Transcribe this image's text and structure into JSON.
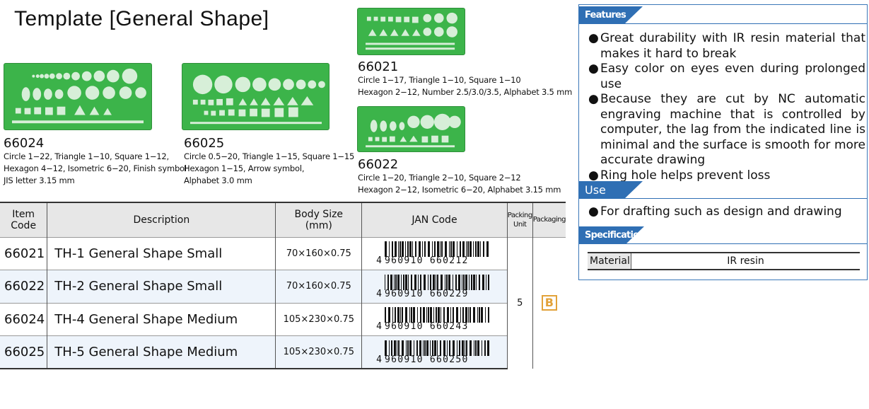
{
  "page": {
    "title": "Template [General Shape]"
  },
  "products": [
    {
      "code": "66024",
      "specs": [
        "Circle 1−22, Triangle 1−10, Square 1−12,",
        "Hexagon 4−12, Isometric 6−20, Finish symbol",
        "JIS letter 3.15 mm"
      ]
    },
    {
      "code": "66025",
      "specs": [
        "Circle 0.5−20, Triangle 1−15, Square 1−15",
        "Hexagon 1−15, Arrow symbol,",
        "Alphabet 3.0 mm"
      ]
    },
    {
      "code": "66021",
      "specs": [
        "Circle 1−17, Triangle 1−10, Square 1−10",
        "Hexagon 2−12, Number 2.5/3.0/3.5, Alphabet 3.5 mm"
      ]
    },
    {
      "code": "66022",
      "specs": [
        "Circle 1−20, Triangle 2−10, Square 2−12",
        "Hexagon 2−12, Isometric 6−20, Alphabet 3.15 mm"
      ]
    }
  ],
  "table": {
    "headers": {
      "item_code": [
        "Item",
        "Code"
      ],
      "description": "Description",
      "body_size": [
        "Body Size",
        "(mm)"
      ],
      "jan_code": "JAN Code",
      "packing_unit": [
        "Packing",
        "Unit"
      ],
      "packaging": "Packaging"
    },
    "rows": [
      {
        "code": "66021",
        "description": "TH-1 General Shape Small",
        "size": "70×160×0.75",
        "jan_lead": "4",
        "jan_digits": "960910 660212"
      },
      {
        "code": "66022",
        "description": "TH-2 General Shape Small",
        "size": "70×160×0.75",
        "jan_lead": "4",
        "jan_digits": "960910 660229"
      },
      {
        "code": "66024",
        "description": "TH-4 General Shape Medium",
        "size": "105×230×0.75",
        "jan_lead": "4",
        "jan_digits": "960910 660243"
      },
      {
        "code": "66025",
        "description": "TH-5 General Shape Medium",
        "size": "105×230×0.75",
        "jan_lead": "4",
        "jan_digits": "960910 660250"
      }
    ],
    "packing_unit": "5",
    "packaging_badge": "B"
  },
  "features": {
    "heading": "Features",
    "items": [
      "Great durability with IR resin material that makes it hard to break",
      "Easy color on eyes even during prolonged use",
      "Because they are cut by NC automatic engraving machine that is controlled by computer, the lag from the indicated line is minimal and the surface is smooth for more accurate drawing",
      "Ring hole helps prevent loss"
    ]
  },
  "use": {
    "heading": "Use",
    "items": [
      "For drafting such as design and drawing"
    ]
  },
  "specifications": {
    "heading": "Specifications",
    "material_label": "Material",
    "material_value": "IR resin"
  },
  "colors": {
    "accent": "#2f6fb4",
    "template_green": "#3cb44a",
    "packaging_badge": "#e2a23a",
    "header_gray": "#e7e7e7"
  }
}
